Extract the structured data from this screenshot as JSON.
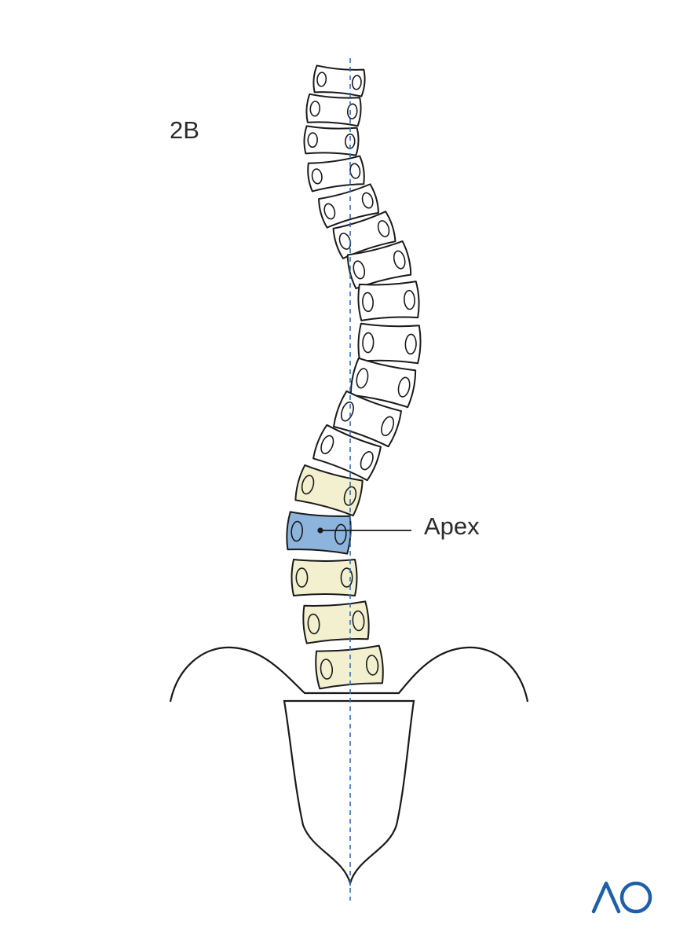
{
  "figure": {
    "label": "2B",
    "apex_label": "Apex",
    "logo_text": "AO"
  },
  "colors": {
    "outline": "#1a1a1a",
    "vertebra_fill": "#ffffff",
    "curve_fill": "#f3f0cf",
    "apex_fill": "#8db4dd",
    "midline": "#2f6fba",
    "logo": "#1f5fa8",
    "text": "#2b2b2b"
  },
  "vertebrae": [
    {
      "role": "normal"
    },
    {
      "role": "normal"
    },
    {
      "role": "normal"
    },
    {
      "role": "normal"
    },
    {
      "role": "normal"
    },
    {
      "role": "normal"
    },
    {
      "role": "normal"
    },
    {
      "role": "normal"
    },
    {
      "role": "normal"
    },
    {
      "role": "normal"
    },
    {
      "role": "normal"
    },
    {
      "role": "normal"
    },
    {
      "role": "curve"
    },
    {
      "role": "apex"
    },
    {
      "role": "curve"
    },
    {
      "role": "curve"
    },
    {
      "role": "curve"
    }
  ]
}
